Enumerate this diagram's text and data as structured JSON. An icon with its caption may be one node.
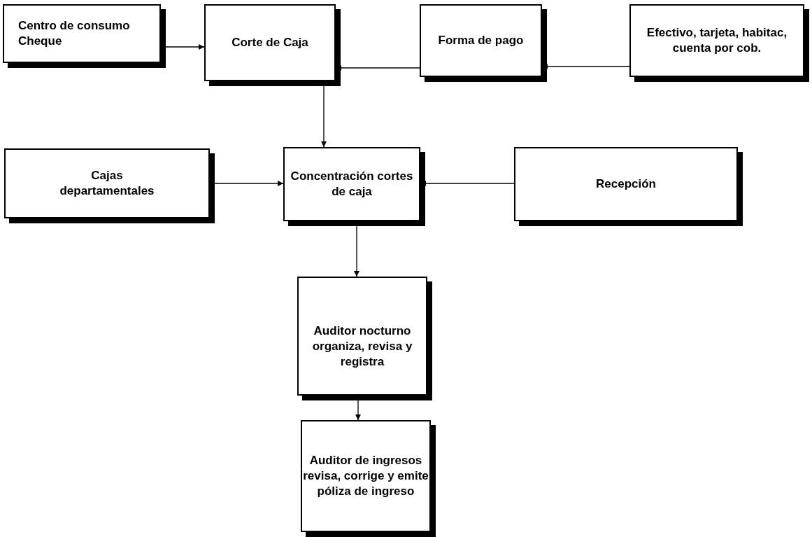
{
  "diagram": {
    "nodes": [
      {
        "text": [
          "Centro de consumo Cheque"
        ]
      },
      {
        "text": [
          "Corte de Caja"
        ]
      },
      {
        "text": [
          "Forma de pago"
        ]
      },
      {
        "text": [
          "Efectivo, tarjeta, habitac, cuenta por cob."
        ]
      },
      {
        "text": [
          "Cajas departamentales"
        ]
      },
      {
        "text": [
          "Concentración cortes de caja"
        ]
      },
      {
        "text": [
          "Recepción"
        ]
      },
      {
        "text": [
          "Auditor nocturno organiza, revisa y registra"
        ]
      },
      {
        "text": [
          "Auditor de ingresos revisa, corrige y emite póliza de ingreso"
        ]
      }
    ],
    "edges": [
      {
        "from": 0,
        "to": 1,
        "arrow": "to"
      },
      {
        "from": 2,
        "to": 1,
        "arrow": "to"
      },
      {
        "from": 3,
        "to": 2,
        "arrow": "to"
      },
      {
        "from": 1,
        "to": 5,
        "arrow": "to"
      },
      {
        "from": 4,
        "to": 5,
        "arrow": "to"
      },
      {
        "from": 6,
        "to": 5,
        "arrow": "to"
      },
      {
        "from": 5,
        "to": 7,
        "arrow": "to"
      },
      {
        "from": 7,
        "to": 8,
        "arrow": "to"
      }
    ]
  }
}
